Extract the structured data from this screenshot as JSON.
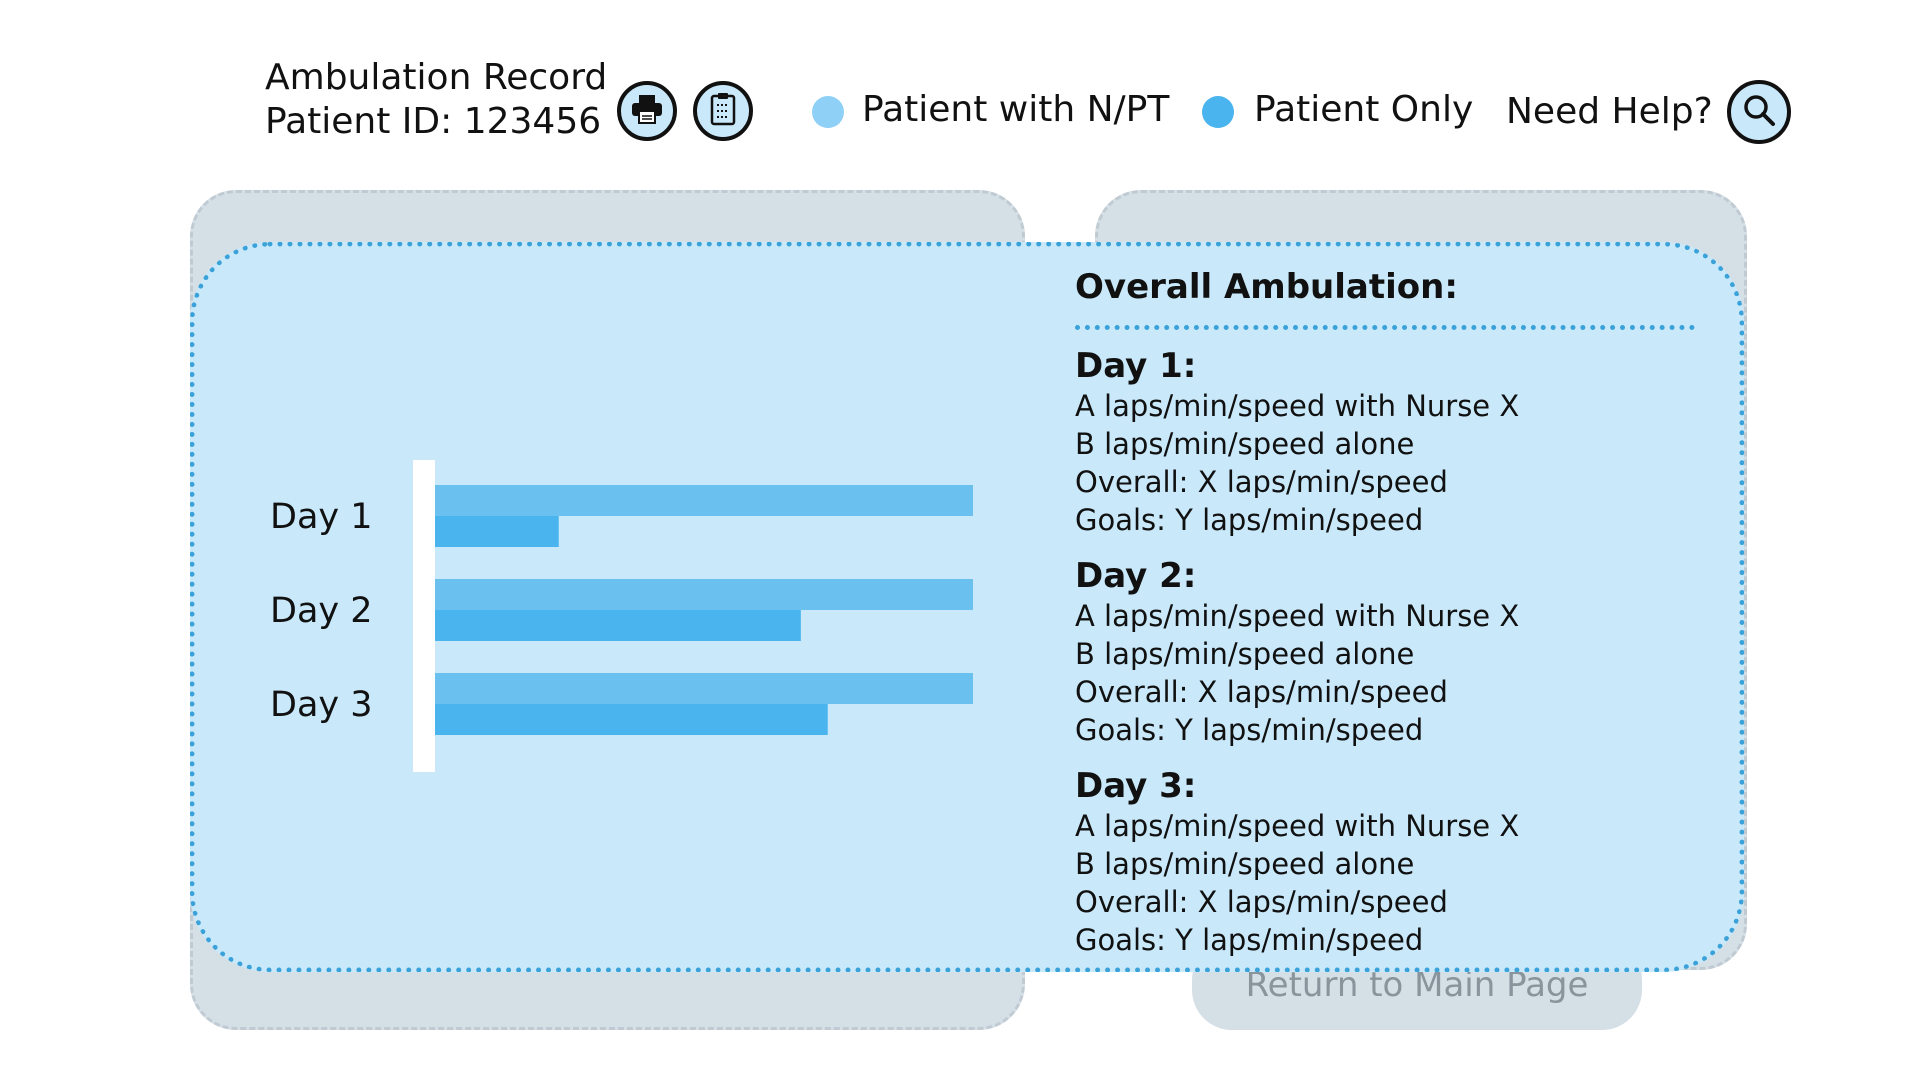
{
  "header": {
    "title": "Ambulation Record",
    "patient_id": "Patient ID: 123456",
    "help_label": "Need Help?"
  },
  "legend": [
    {
      "label": "Patient with N/PT",
      "color": "#8ed0f6"
    },
    {
      "label": "Patient Only",
      "color": "#4ab4ee"
    }
  ],
  "background": {
    "button_label": "Return to Main Page"
  },
  "chart_data": {
    "type": "bar",
    "orientation": "horizontal",
    "categories": [
      "Day 1",
      "Day 2",
      "Day 3"
    ],
    "series": [
      {
        "name": "Patient with N/PT",
        "values": [
          100,
          100,
          100
        ],
        "color": "#6ac1f0"
      },
      {
        "name": "Patient Only",
        "values": [
          23,
          68,
          73
        ],
        "color": "#4ab4ee"
      }
    ],
    "xlim": [
      0,
      100
    ]
  },
  "summary": {
    "title": "Overall Ambulation:",
    "days": [
      {
        "heading": "Day 1:",
        "lines": [
          "A laps/min/speed with Nurse X",
          "B laps/min/speed alone",
          "Overall: X laps/min/speed",
          "Goals: Y laps/min/speed"
        ]
      },
      {
        "heading": "Day 2:",
        "lines": [
          "A laps/min/speed with Nurse X",
          "B laps/min/speed alone",
          "Overall: X laps/min/speed",
          "Goals: Y laps/min/speed"
        ]
      },
      {
        "heading": "Day 3:",
        "lines": [
          "A laps/min/speed with Nurse X",
          "B laps/min/speed alone",
          "Overall: X laps/min/speed",
          "Goals: Y laps/min/speed"
        ]
      }
    ]
  },
  "icons": {
    "print": "printer-icon",
    "clipboard": "clipboard-icon",
    "search": "search-icon"
  }
}
